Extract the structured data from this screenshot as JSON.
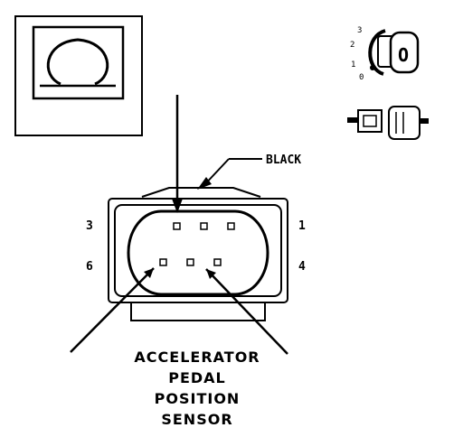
{
  "connector": {
    "wire_color_label": "BLACK",
    "pin_labels": {
      "top_left": "3",
      "top_right": "1",
      "bottom_left": "6",
      "bottom_right": "4"
    },
    "name_lines": [
      "ACCELERATOR",
      "PEDAL",
      "POSITION",
      "SENSOR"
    ]
  },
  "ignition_key": {
    "positions": [
      "3",
      "2",
      "1",
      "0"
    ],
    "key_cut": "O"
  },
  "icons": {
    "sensor_symbol": "omega-symbol-icon",
    "ignition": "ignition-key-icon",
    "connector": "connector-plug-icon"
  }
}
